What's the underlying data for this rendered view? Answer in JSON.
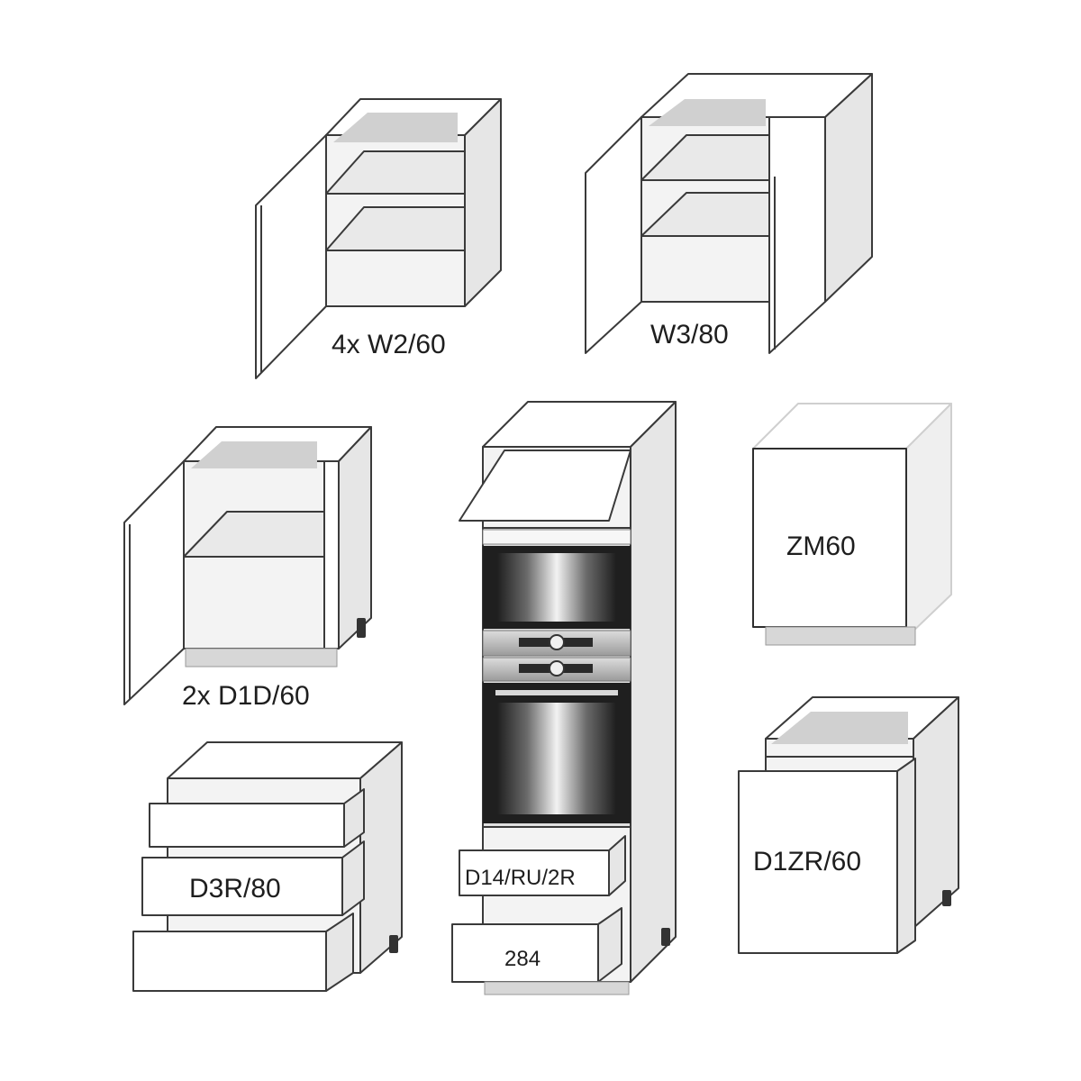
{
  "cabinets": {
    "wall_single": {
      "label": "4x W2/60"
    },
    "wall_double": {
      "label": "W3/80"
    },
    "base_door": {
      "label": "2x D1D/60"
    },
    "tall_oven": {
      "label_drawer_top": "D14/RU/2R",
      "label_drawer_bottom": "284"
    },
    "dishwasher_panel": {
      "label": "ZM60"
    },
    "base_drawers": {
      "label": "D3R/80"
    },
    "sink_base": {
      "label": "D1ZR/60"
    }
  },
  "colors": {
    "outline": "#3a3a3a",
    "panel": "#ffffff",
    "inner": "#f3f3f3",
    "steel": "#9e9e9e",
    "oven_glass": "#2b2b2b"
  }
}
